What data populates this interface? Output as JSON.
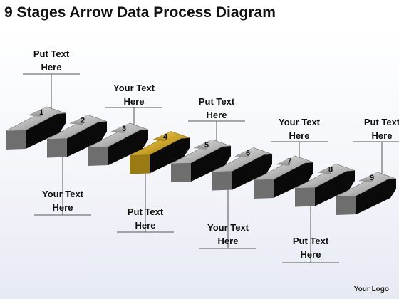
{
  "title": "9 Stages Arrow Data Process Diagram",
  "logo": "Your Logo",
  "colors": {
    "highlight_face": "#c9a227",
    "normal_face": "#b9b9b9",
    "dark_side": "#0a0a0a",
    "connector": "#555555"
  },
  "stages": [
    {
      "number": "1",
      "label_line1": "Put Text",
      "label_line2": "Here",
      "label_side": "top",
      "highlight": false
    },
    {
      "number": "2",
      "label_line1": "Your Text",
      "label_line2": "Here",
      "label_side": "bottom",
      "highlight": false
    },
    {
      "number": "3",
      "label_line1": "Your Text",
      "label_line2": "Here",
      "label_side": "top",
      "highlight": false
    },
    {
      "number": "4",
      "label_line1": "Put Text",
      "label_line2": "Here",
      "label_side": "bottom",
      "highlight": true
    },
    {
      "number": "5",
      "label_line1": "Put Text",
      "label_line2": "Here",
      "label_side": "top",
      "highlight": false
    },
    {
      "number": "6",
      "label_line1": "Your Text",
      "label_line2": "Here",
      "label_side": "bottom",
      "highlight": false
    },
    {
      "number": "7",
      "label_line1": "Your Text",
      "label_line2": "Here",
      "label_side": "top",
      "highlight": false
    },
    {
      "number": "8",
      "label_line1": "Put Text",
      "label_line2": "Here",
      "label_side": "bottom",
      "highlight": false
    },
    {
      "number": "9",
      "label_line1": "Put Text",
      "label_line2": "Here",
      "label_side": "top",
      "highlight": false
    }
  ]
}
